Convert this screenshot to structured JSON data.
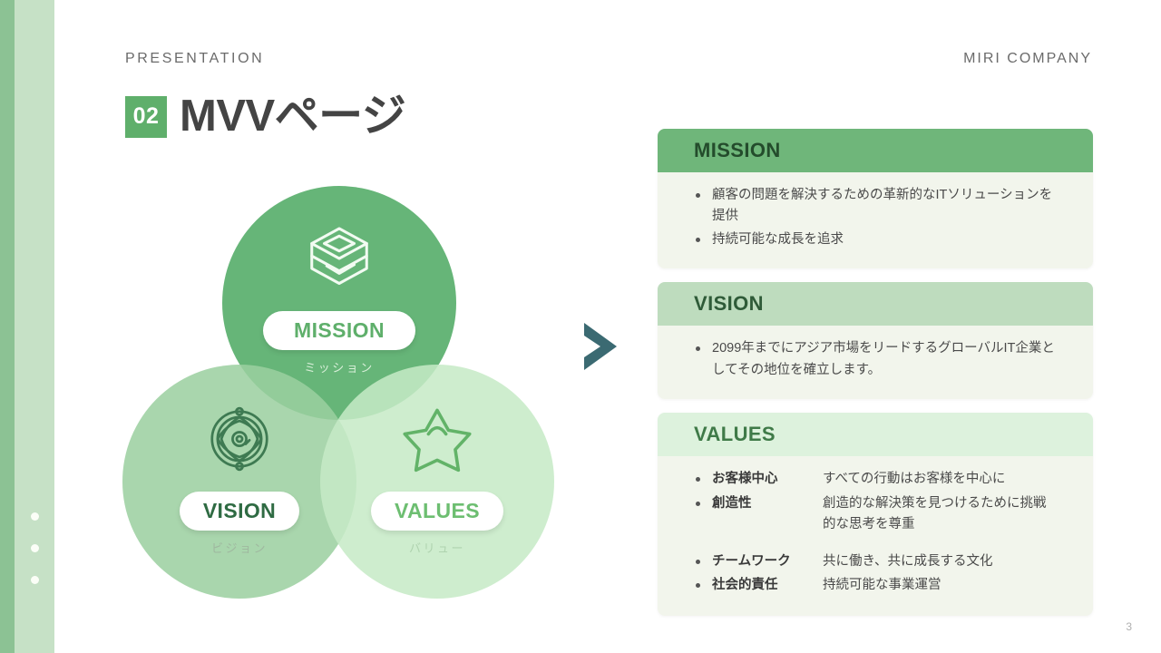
{
  "header": {
    "left_label": "PRESENTATION",
    "right_label": "MIRI COMPANY"
  },
  "title": {
    "number": "02",
    "text": "MVVページ"
  },
  "venn": {
    "circles": [
      {
        "label": "MISSION",
        "sublabel": "ミッション",
        "icon": "layers-stack-icon"
      },
      {
        "label": "VISION",
        "sublabel": "ビジョン",
        "icon": "atom-orbit-icon"
      },
      {
        "label": "VALUES",
        "sublabel": "バリュー",
        "icon": "star-icon"
      }
    ]
  },
  "arrow": {
    "icon": "chevron-right-icon",
    "color": "#3B6A72"
  },
  "cards": {
    "mission": {
      "heading": "MISSION",
      "bullets": [
        "顧客の問題を解決するための革新的なITソリューションを提供",
        "持続可能な成長を追求"
      ]
    },
    "vision": {
      "heading": "VISION",
      "bullets": [
        "2099年までにアジア市場をリードするグローバルIT企業としてその地位を確立します。"
      ]
    },
    "values": {
      "heading": "VALUES",
      "items": [
        {
          "term": "お客様中心",
          "desc": "すべての行動はお客様を中心に"
        },
        {
          "term": "創造性",
          "desc": "創造的な解決策を見つけるために挑戦的な思考を尊重"
        },
        {
          "term": "チームワーク",
          "desc": "共に働き、共に成長する文化"
        },
        {
          "term": "社会的責任",
          "desc": "持続可能な事業運営"
        }
      ]
    }
  },
  "footer": {
    "page_number": "3"
  },
  "colors": {
    "brand_green": "#5FAF6B",
    "mission_head": "#6FB67A",
    "vision_head": "#BEDCBE",
    "values_head": "#DDF2DD",
    "card_body": "#F2F5EC",
    "arrow": "#3B6A72",
    "sidebar_dark": "#8CC294",
    "sidebar_light": "#C6E1C6"
  }
}
